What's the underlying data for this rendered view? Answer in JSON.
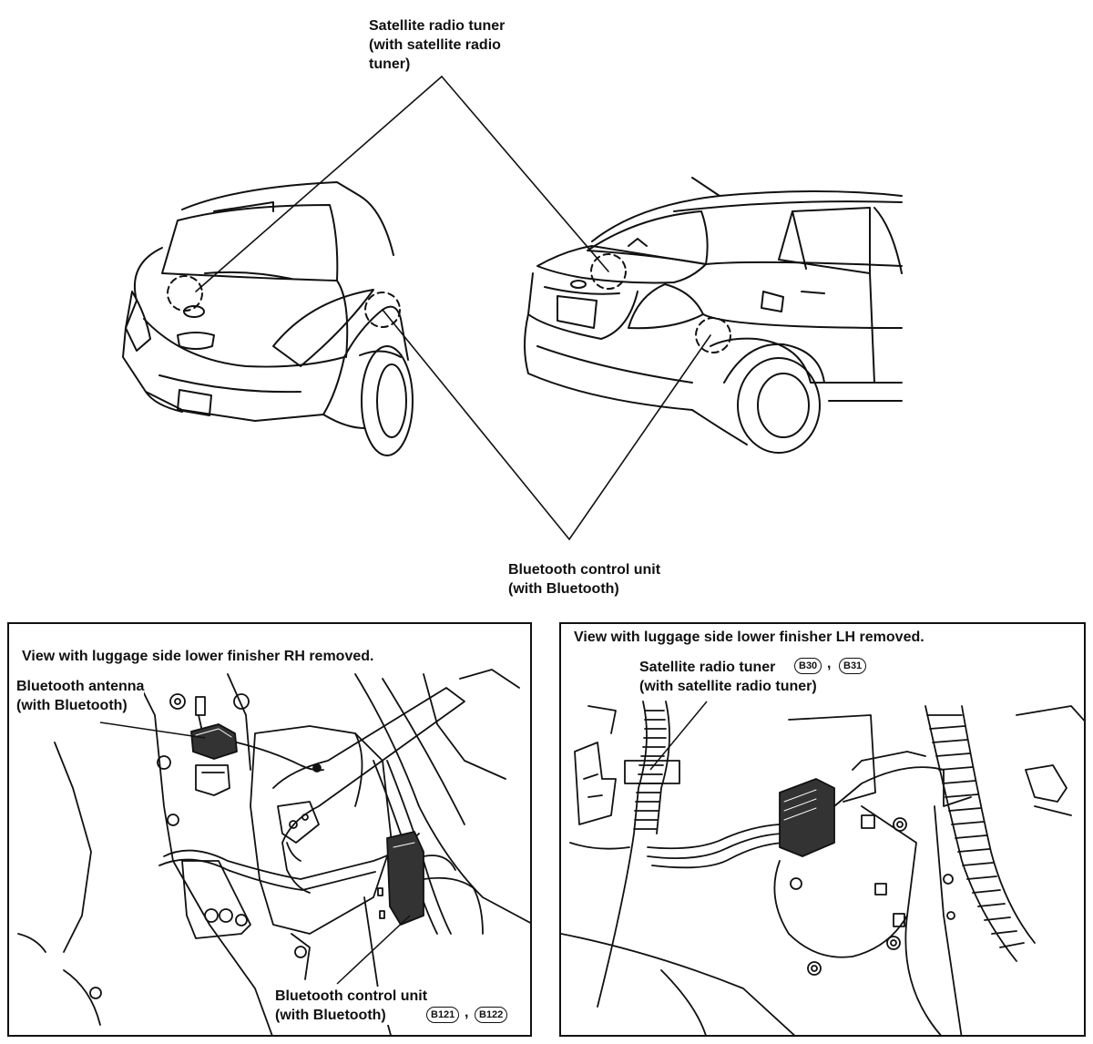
{
  "top": {
    "satellite_label": "Satellite radio tuner\n(with satellite radio\ntuner)",
    "bluetooth_label": "Bluetooth control unit\n(with Bluetooth)"
  },
  "left_panel": {
    "title": "View with luggage side lower finisher RH removed.",
    "antenna_label": "Bluetooth antenna\n(with Bluetooth)",
    "control_label": "Bluetooth control unit\n(with Bluetooth)",
    "connectors": [
      "B121",
      "B122"
    ],
    "separator": ","
  },
  "right_panel": {
    "title": "View with luggage side lower finisher LH removed.",
    "tuner_label_line1": "Satellite radio tuner",
    "tuner_label_line2": "(with satellite radio tuner)",
    "connectors": [
      "B30",
      "B31"
    ],
    "separator": ","
  }
}
